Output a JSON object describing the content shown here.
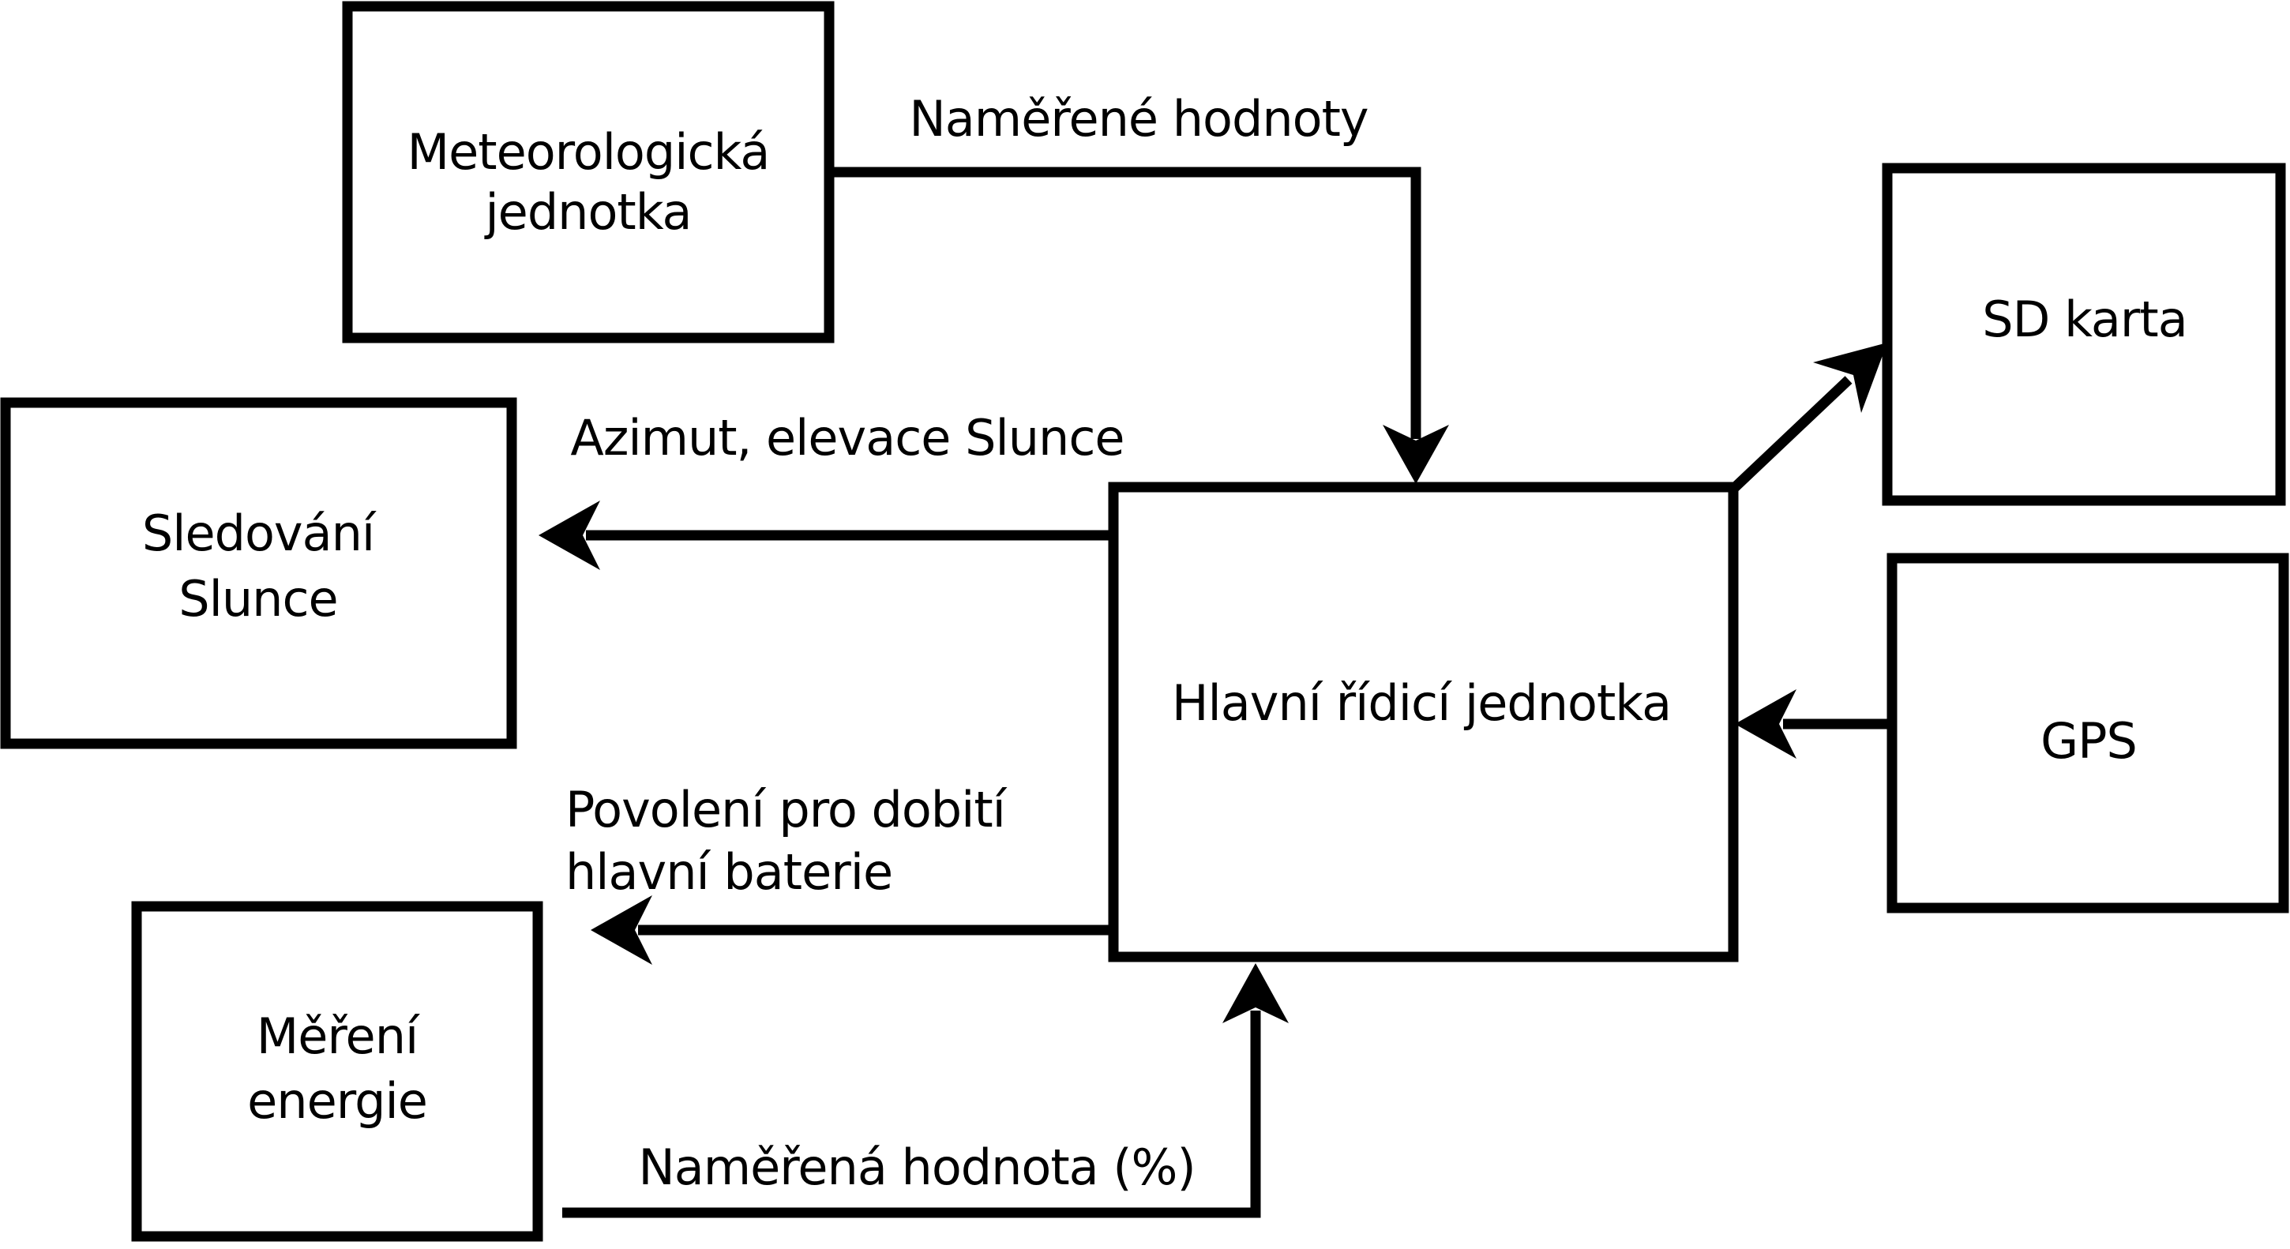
{
  "diagram": {
    "kind": "block-diagram",
    "language": "cs",
    "colors": {
      "background": "#ffffff",
      "box_fill": "#ffffff",
      "line": "#000000",
      "text": "#000000"
    },
    "nodes": {
      "meteo": {
        "line1": "Meteorologická",
        "line2": "jednotka"
      },
      "sledovani": {
        "line1": "Sledování",
        "line2": "Slunce"
      },
      "mereni": {
        "line1": "Měření",
        "line2": "energie"
      },
      "main": {
        "label": "Hlavní řídicí jednotka"
      },
      "sd": {
        "label": "SD karta"
      },
      "gps": {
        "label": "GPS"
      }
    },
    "edges": {
      "meteo_to_main": {
        "label": "Naměřené hodnoty",
        "from": "meteo",
        "to": "main"
      },
      "main_to_sledovani": {
        "label": "Azimut, elevace Slunce",
        "from": "main",
        "to": "sledovani"
      },
      "main_to_dobiti": {
        "line1": "Povolení pro dobití",
        "line2": "hlavní baterie",
        "from": "main",
        "to": "left"
      },
      "mereni_to_main": {
        "label": "Naměřená hodnota (%)",
        "from": "mereni",
        "to": "main"
      },
      "main_to_sd": {
        "label": "",
        "from": "main",
        "to": "sd"
      },
      "gps_to_main": {
        "label": "",
        "from": "gps",
        "to": "main"
      }
    }
  }
}
